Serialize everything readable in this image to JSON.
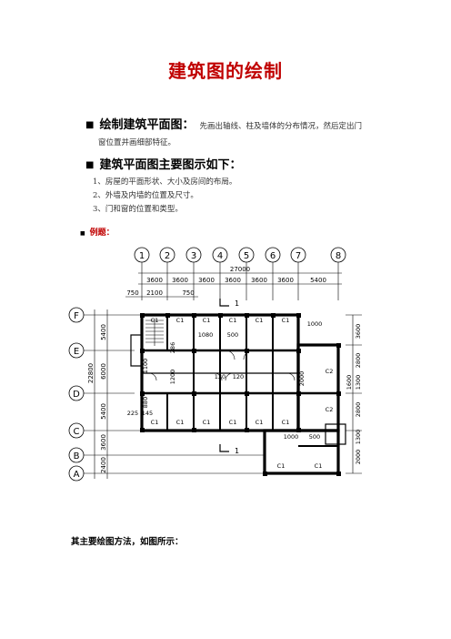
{
  "title": "建筑图的绘制",
  "section1": {
    "bullet": "■",
    "heading": "绘制建筑平面图：",
    "note": "先画出轴线、柱及墙体的分布情况，然后定出门",
    "note_cont": "窗位置并画细部特征。"
  },
  "section2": {
    "bullet": "■",
    "heading": "建筑平面图主要图示如下：",
    "items": [
      "1、房屋的平面形状、大小及房间的布局。",
      "2、外墙及内墙的位置及尺寸。",
      "3、门和窗的位置和类型。"
    ]
  },
  "example": {
    "dot": "■",
    "label": "例题："
  },
  "plan": {
    "axes_top": [
      "1",
      "2",
      "3",
      "4",
      "5",
      "6",
      "7",
      "8"
    ],
    "axes_left": [
      "F",
      "E",
      "D",
      "C",
      "B",
      "A"
    ],
    "dim_total_top": "27000",
    "dims_top": [
      "3600",
      "3600",
      "3600",
      "3600",
      "3600",
      "3600",
      "5400"
    ],
    "dims_sub": [
      "750",
      "2100",
      "750"
    ],
    "dims_left": [
      "5400",
      "6000",
      "5400",
      "3600",
      "2400"
    ],
    "dim_total_left": "22800",
    "dims_right": [
      "3600",
      "2800",
      "1300",
      "1600",
      "2800",
      "1300",
      "2000"
    ],
    "labels": {
      "c1": "C1",
      "c2": "C2",
      "d1000": "1000",
      "d500": "500",
      "d1080": "1080",
      "d286": "286",
      "d1100": "1100",
      "d1200": "1200",
      "d120": "120",
      "d2000": "2000",
      "d225": "225",
      "d145": "145",
      "d880": "880",
      "section_mark": "1"
    }
  },
  "footer": "其主要绘图方法，如图所示："
}
